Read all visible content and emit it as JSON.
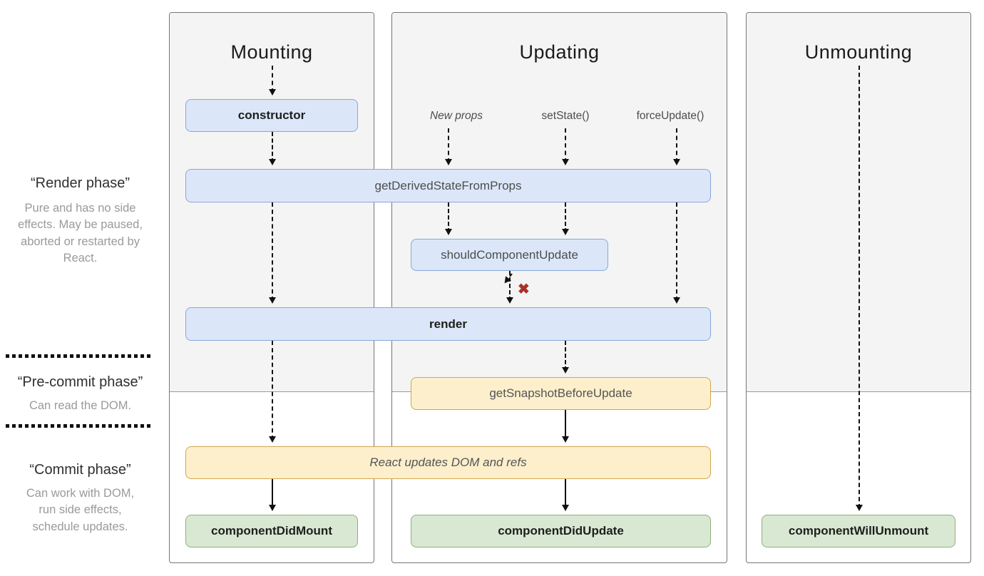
{
  "sidebar": {
    "render_phase": {
      "title": "“Render phase”",
      "description": "Pure and has no side\neffects. May be paused,\naborted or restarted by\nReact."
    },
    "pre_commit_phase": {
      "title": "“Pre-commit phase”",
      "description": "Can read the DOM."
    },
    "commit_phase": {
      "title": "“Commit phase”",
      "description": "Can work with DOM,\nrun side effects,\nschedule updates."
    }
  },
  "columns": {
    "mounting": {
      "title": "Mounting"
    },
    "updating": {
      "title": "Updating",
      "triggers": {
        "new_props": "New props",
        "set_state": "setState()",
        "force_update": "forceUpdate()"
      }
    },
    "unmounting": {
      "title": "Unmounting"
    }
  },
  "boxes": {
    "constructor": "constructor",
    "get_derived_state_from_props": "getDerivedStateFromProps",
    "should_component_update": "shouldComponentUpdate",
    "render": "render",
    "get_snapshot_before_update": "getSnapshotBeforeUpdate",
    "react_updates_dom": "React updates DOM and refs",
    "component_did_mount": "componentDidMount",
    "component_did_update": "componentDidUpdate",
    "component_will_unmount": "componentWillUnmount"
  },
  "icons": {
    "skip_x": "✖"
  },
  "colors": {
    "blue_fill": "#dbe7f9",
    "blue_border": "#89a7d8",
    "yellow_fill": "#fdefcc",
    "yellow_border": "#d0a64f",
    "green_fill": "#d9e8d2",
    "green_border": "#8fae7e",
    "column_bg": "#f4f4f4",
    "column_border": "#757575",
    "arrow": "#111111",
    "skip_x": "#a93226"
  }
}
